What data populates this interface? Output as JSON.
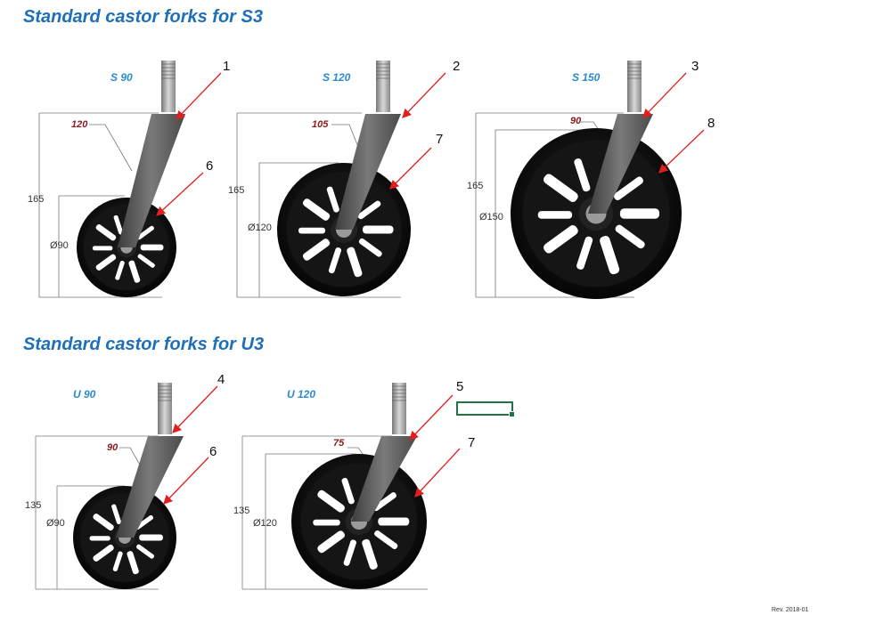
{
  "sections": {
    "s3_title": "Standard castor forks for S3",
    "u3_title": "Standard castor forks for U3"
  },
  "forks": {
    "s90": {
      "label": "S 90",
      "height": "165",
      "diameter": "Ø90",
      "angle": "120",
      "fork_callout": "1",
      "wheel_callout": "6"
    },
    "s120": {
      "label": "S 120",
      "height": "165",
      "diameter": "Ø120",
      "angle": "105",
      "fork_callout": "2",
      "wheel_callout": "7"
    },
    "s150": {
      "label": "S 150",
      "height": "165",
      "diameter": "Ø150",
      "angle": "90",
      "fork_callout": "3",
      "wheel_callout": "8"
    },
    "u90": {
      "label": "U 90",
      "height": "135",
      "diameter": "Ø90",
      "angle": "90",
      "fork_callout": "4",
      "wheel_callout": "6"
    },
    "u120": {
      "label": "U 120",
      "height": "135",
      "diameter": "Ø120",
      "angle": "75",
      "fork_callout": "5",
      "wheel_callout": "7"
    }
  },
  "revision": "Rev. 2018-01",
  "colors": {
    "title": "#1f6fb8",
    "fork_label": "#2a8ad0",
    "angle": "#8b1a1a",
    "arrow": "#e02020",
    "wheel": "#111111",
    "fork": "#5a5a5a",
    "selection": "#217346"
  }
}
